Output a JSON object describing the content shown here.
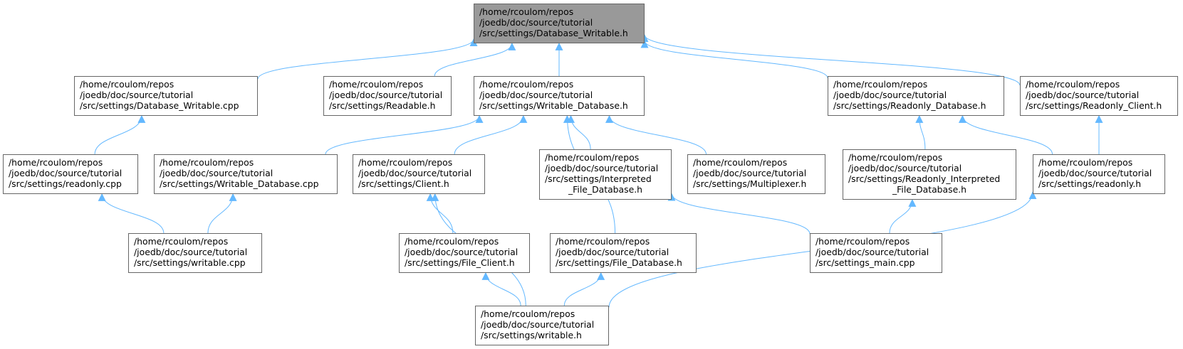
{
  "diagram": {
    "type": "include-dependency-graph",
    "colors": {
      "edge": "#63b8ff",
      "node_border": "#666666",
      "focus_fill": "#999999",
      "node_fill": "#ffffff"
    },
    "nodes": {
      "n_dw_h": {
        "lines": [
          "/home/rcoulom/repos",
          "/joedb/doc/source/tutorial",
          "/src/settings/Database_Writable.h"
        ],
        "focus": true
      },
      "n_dw_cpp": {
        "lines": [
          "/home/rcoulom/repos",
          "/joedb/doc/source/tutorial",
          "/src/settings/Database_Writable.cpp"
        ]
      },
      "n_read_h": {
        "lines": [
          "/home/rcoulom/repos",
          "/joedb/doc/source/tutorial",
          "/src/settings/Readable.h"
        ]
      },
      "n_wd_h": {
        "lines": [
          "/home/rcoulom/repos",
          "/joedb/doc/source/tutorial",
          "/src/settings/Writable_Database.h"
        ]
      },
      "n_rod_h": {
        "lines": [
          "/home/rcoulom/repos",
          "/joedb/doc/source/tutorial",
          "/src/settings/Readonly_Database.h"
        ]
      },
      "n_roc_h": {
        "lines": [
          "/home/rcoulom/repos",
          "/joedb/doc/source/tutorial",
          "/src/settings/Readonly_Client.h"
        ]
      },
      "n_ro_cpp": {
        "lines": [
          "/home/rcoulom/repos",
          "/joedb/doc/source/tutorial",
          "/src/settings/readonly.cpp"
        ]
      },
      "n_wd_cpp": {
        "lines": [
          "/home/rcoulom/repos",
          "/joedb/doc/source/tutorial",
          "/src/settings/Writable_Database.cpp"
        ]
      },
      "n_cl_h": {
        "lines": [
          "/home/rcoulom/repos",
          "/joedb/doc/source/tutorial",
          "/src/settings/Client.h"
        ]
      },
      "n_ifd_h": {
        "lines": [
          "/home/rcoulom/repos",
          "/joedb/doc/source/tutorial",
          "/src/settings/Interpreted",
          "_File_Database.h"
        ]
      },
      "n_mux_h": {
        "lines": [
          "/home/rcoulom/repos",
          "/joedb/doc/source/tutorial",
          "/src/settings/Multiplexer.h"
        ]
      },
      "n_rifd_h": {
        "lines": [
          "/home/rcoulom/repos",
          "/joedb/doc/source/tutorial",
          "/src/settings/Readonly_Interpreted",
          "_File_Database.h"
        ]
      },
      "n_ro_h": {
        "lines": [
          "/home/rcoulom/repos",
          "/joedb/doc/source/tutorial",
          "/src/settings/readonly.h"
        ]
      },
      "n_w_cpp": {
        "lines": [
          "/home/rcoulom/repos",
          "/joedb/doc/source/tutorial",
          "/src/settings/writable.cpp"
        ]
      },
      "n_fc_h": {
        "lines": [
          "/home/rcoulom/repos",
          "/joedb/doc/source/tutorial",
          "/src/settings/File_Client.h"
        ]
      },
      "n_fd_h": {
        "lines": [
          "/home/rcoulom/repos",
          "/joedb/doc/source/tutorial",
          "/src/settings/File_Database.h"
        ]
      },
      "n_main": {
        "lines": [
          "/home/rcoulom/repos",
          "/joedb/doc/source/tutorial",
          "/src/settings_main.cpp"
        ]
      },
      "n_w_h": {
        "lines": [
          "/home/rcoulom/repos",
          "/joedb/doc/source/tutorial",
          "/src/settings/writable.h"
        ]
      }
    },
    "edges": [
      [
        "n_dw_cpp",
        "n_dw_h"
      ],
      [
        "n_read_h",
        "n_dw_h"
      ],
      [
        "n_wd_h",
        "n_dw_h"
      ],
      [
        "n_rod_h",
        "n_dw_h"
      ],
      [
        "n_roc_h",
        "n_dw_h"
      ],
      [
        "n_ro_cpp",
        "n_dw_cpp"
      ],
      [
        "n_w_cpp",
        "n_ro_cpp"
      ],
      [
        "n_w_cpp",
        "n_wd_cpp"
      ],
      [
        "n_wd_cpp",
        "n_wd_h"
      ],
      [
        "n_cl_h",
        "n_wd_h"
      ],
      [
        "n_fd_h",
        "n_wd_h"
      ],
      [
        "n_ifd_h",
        "n_wd_h"
      ],
      [
        "n_mux_h",
        "n_wd_h"
      ],
      [
        "n_rifd_h",
        "n_rod_h"
      ],
      [
        "n_ro_h",
        "n_rod_h"
      ],
      [
        "n_ro_h",
        "n_roc_h"
      ],
      [
        "n_fc_h",
        "n_cl_h"
      ],
      [
        "n_w_h",
        "n_cl_h"
      ],
      [
        "n_w_h",
        "n_fc_h"
      ],
      [
        "n_w_h",
        "n_fd_h"
      ],
      [
        "n_main",
        "n_ifd_h"
      ],
      [
        "n_main",
        "n_rifd_h"
      ],
      [
        "n_w_h",
        "n_ro_h"
      ]
    ]
  }
}
